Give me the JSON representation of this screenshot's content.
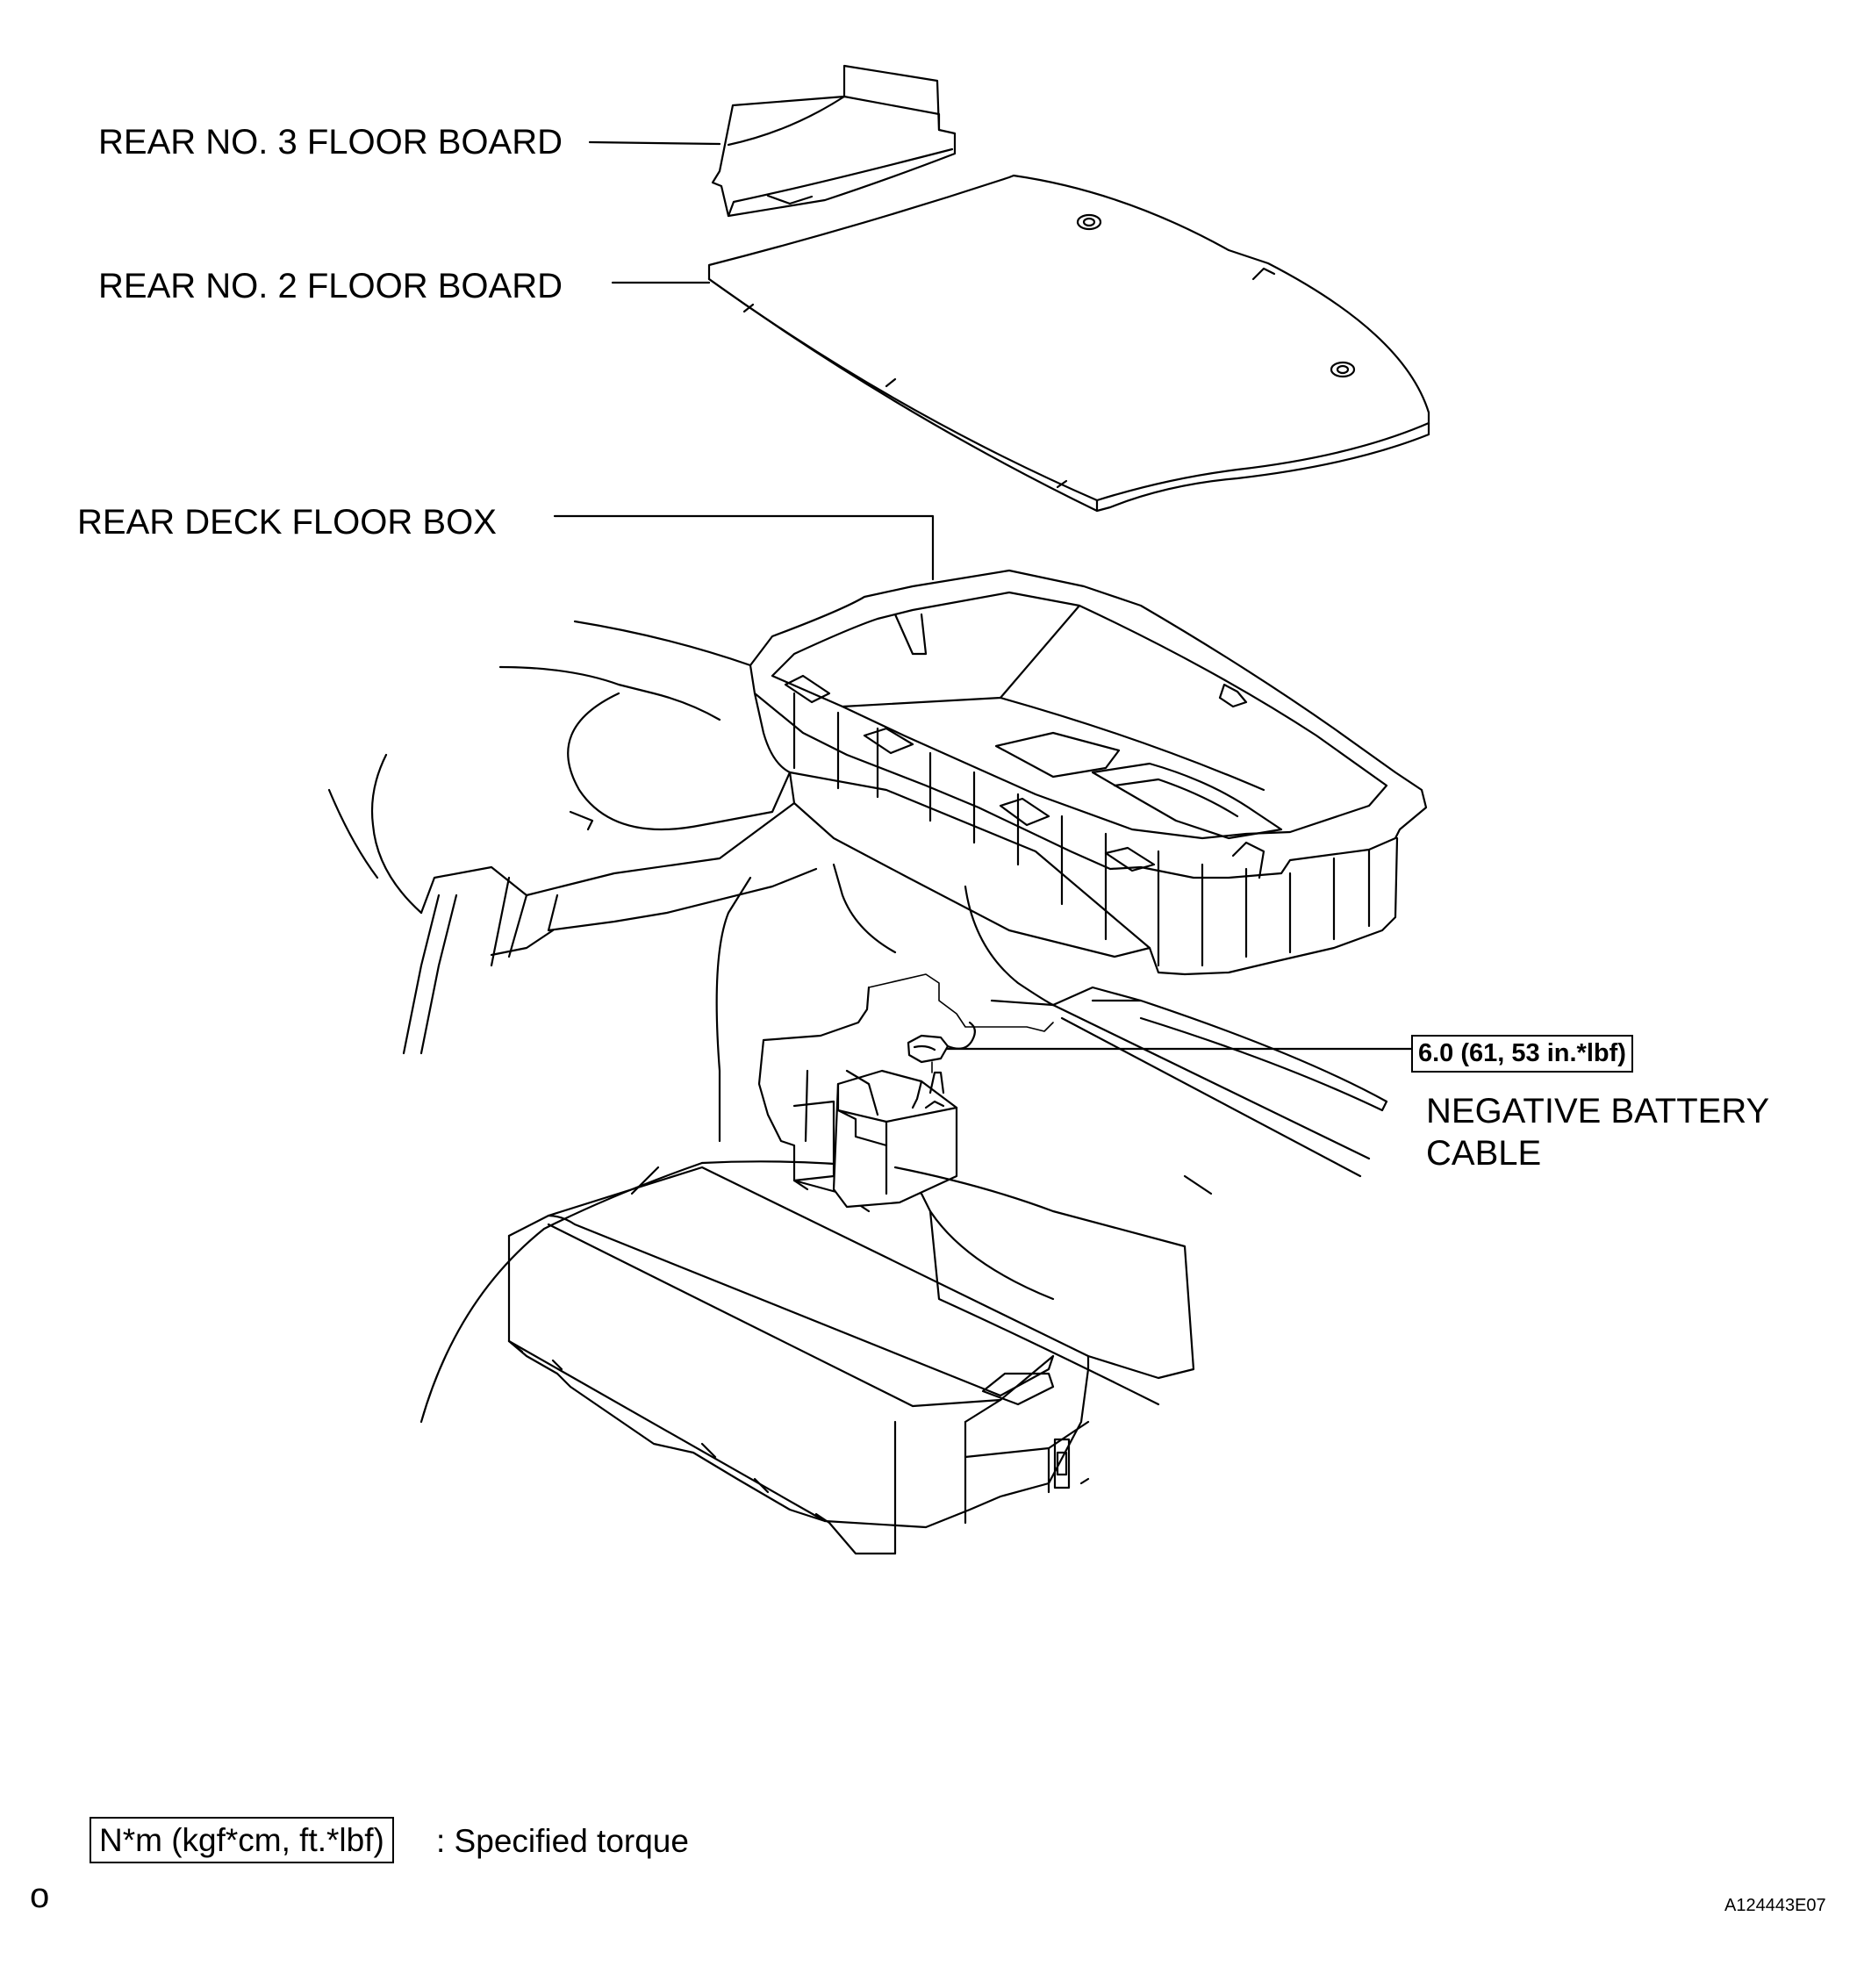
{
  "labels": {
    "rear_no3_floor_board": "REAR NO. 3 FLOOR BOARD",
    "rear_no2_floor_board": "REAR NO. 2 FLOOR BOARD",
    "rear_deck_floor_box": "REAR DECK FLOOR BOX",
    "negative_battery_cable_line1": "NEGATIVE BATTERY",
    "negative_battery_cable_line2": "CABLE"
  },
  "torque": {
    "negative_battery_cable": "6.0 (61, 53 in.*lbf)"
  },
  "legend": {
    "unit_box": "N*m (kgf*cm, ft.*lbf)",
    "description": ": Specified torque"
  },
  "footer": {
    "corner_mark": "o",
    "figure_id": "A124443E07"
  }
}
